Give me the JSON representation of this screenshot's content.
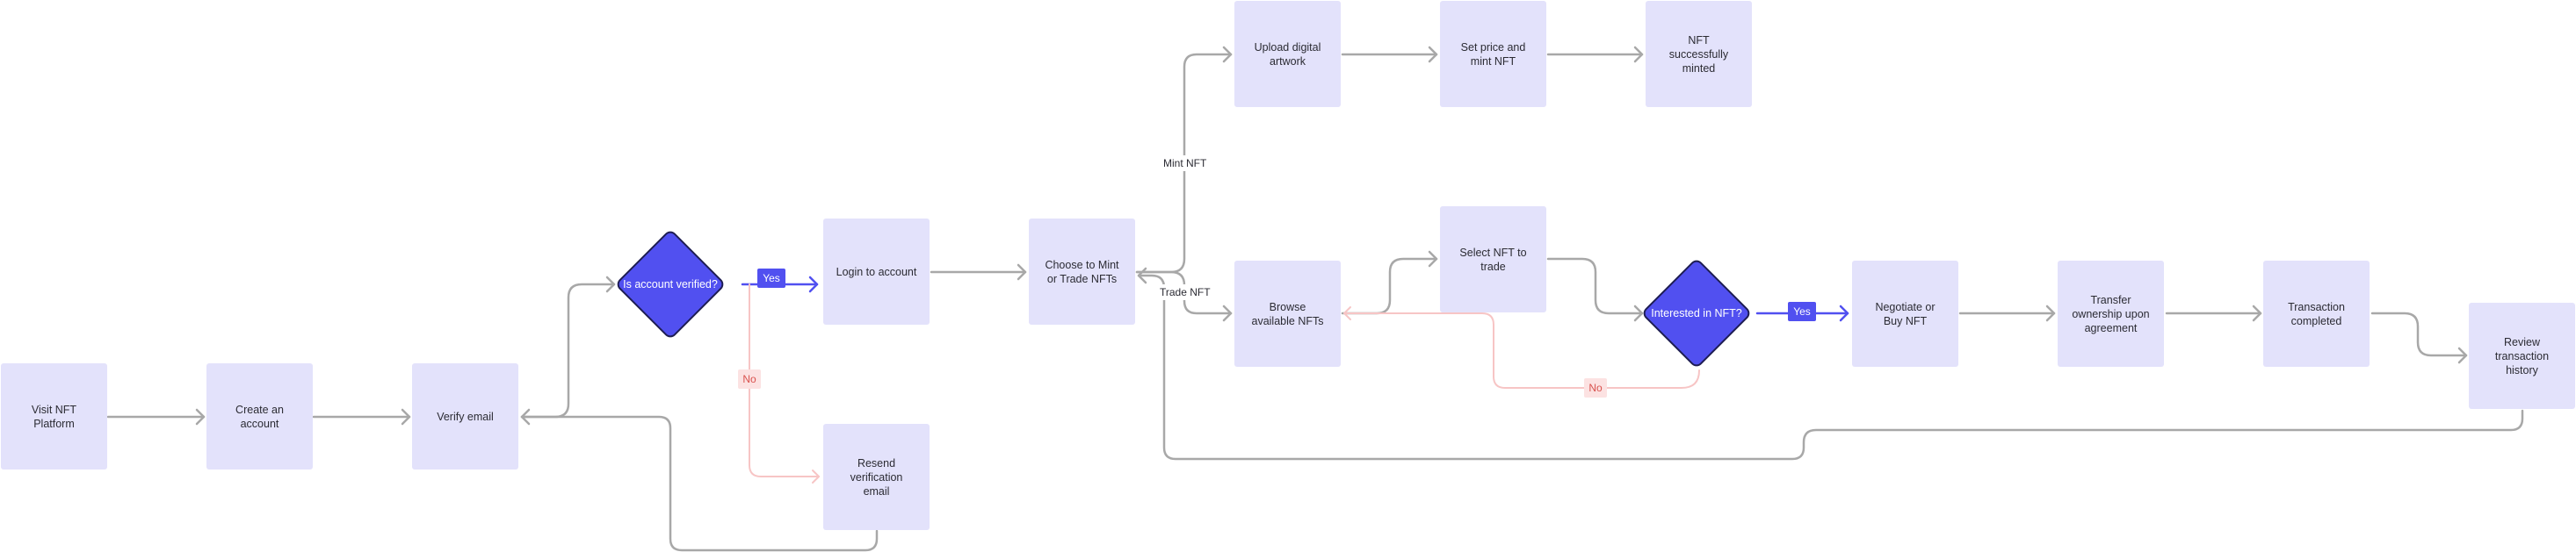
{
  "nodes": {
    "visit_platform": "Visit NFT Platform",
    "create_account": "Create an account",
    "verify_email": "Verify email",
    "account_verified": "Is account verified?",
    "login": "Login to account",
    "resend_email": "Resend verification email",
    "choose_mint_trade": "Choose to Mint or Trade NFTs",
    "upload_artwork": "Upload digital artwork",
    "set_price_mint": "Set price and mint NFT",
    "nft_minted": "NFT successfully minted",
    "browse_nfts": "Browse available NFTs",
    "select_nft": "Select NFT to trade",
    "interested_nft": "Interested in NFT?",
    "negotiate_buy": "Negotiate or Buy NFT",
    "transfer_ownership": "Transfer ownership upon agreement",
    "transaction_completed": "Transaction completed",
    "review_history": "Review transaction history"
  },
  "edge_labels": {
    "yes_verified": "Yes",
    "no_verified": "No",
    "mint_nft": "Mint NFT",
    "trade_nft": "Trade NFT",
    "yes_interested": "Yes",
    "no_interested": "No"
  },
  "colors": {
    "node_fill": "#e3e2fb",
    "decision_fill": "#5150f0",
    "decision_border": "#1e1d52",
    "edge_default": "#a8a8a8",
    "edge_yes": "#5150f0",
    "edge_no": "#f7c5c5",
    "no_label_text": "#d9534f"
  }
}
